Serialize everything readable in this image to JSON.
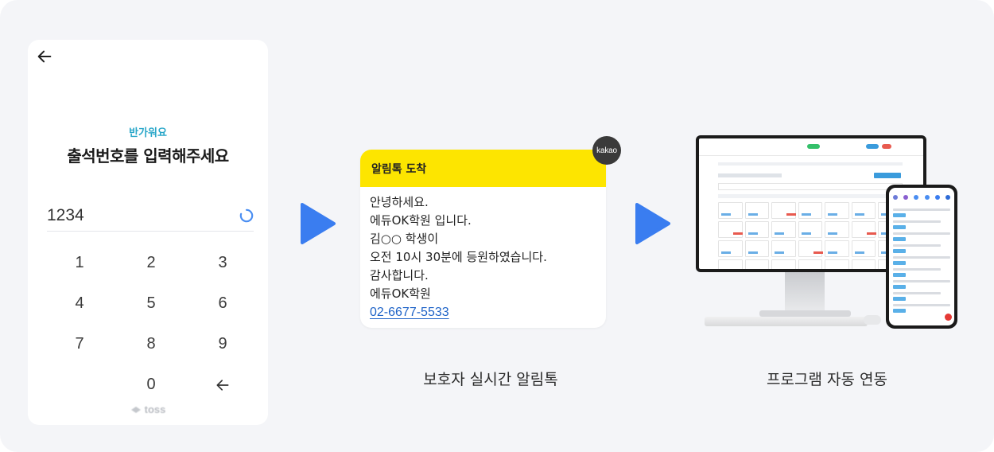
{
  "kiosk": {
    "greeting": "반가워요",
    "title": "출석번호를 입력해주세요",
    "code": "1234",
    "keys": [
      "1",
      "2",
      "3",
      "4",
      "5",
      "6",
      "7",
      "8",
      "9",
      "",
      "0",
      "backspace"
    ],
    "brand": "toss"
  },
  "kakao": {
    "badge": "kakao",
    "header": "알림톡 도착",
    "lines": [
      "안녕하세요.",
      "에듀OK학원 입니다.",
      "김○○ 학생이",
      "오전 10시 30분에 등원하였습니다.",
      "감사합니다.",
      "에듀OK학원"
    ],
    "phone": "02-6677-5533",
    "caption": "보호자 실시간 알림톡"
  },
  "program": {
    "caption": "프로그램 자동 연동"
  },
  "colors": {
    "accent_teal": "#2aa7c9",
    "play_arrow": "#3a7df0",
    "kakao_yellow": "#fde500",
    "link_blue": "#1d62c7"
  }
}
